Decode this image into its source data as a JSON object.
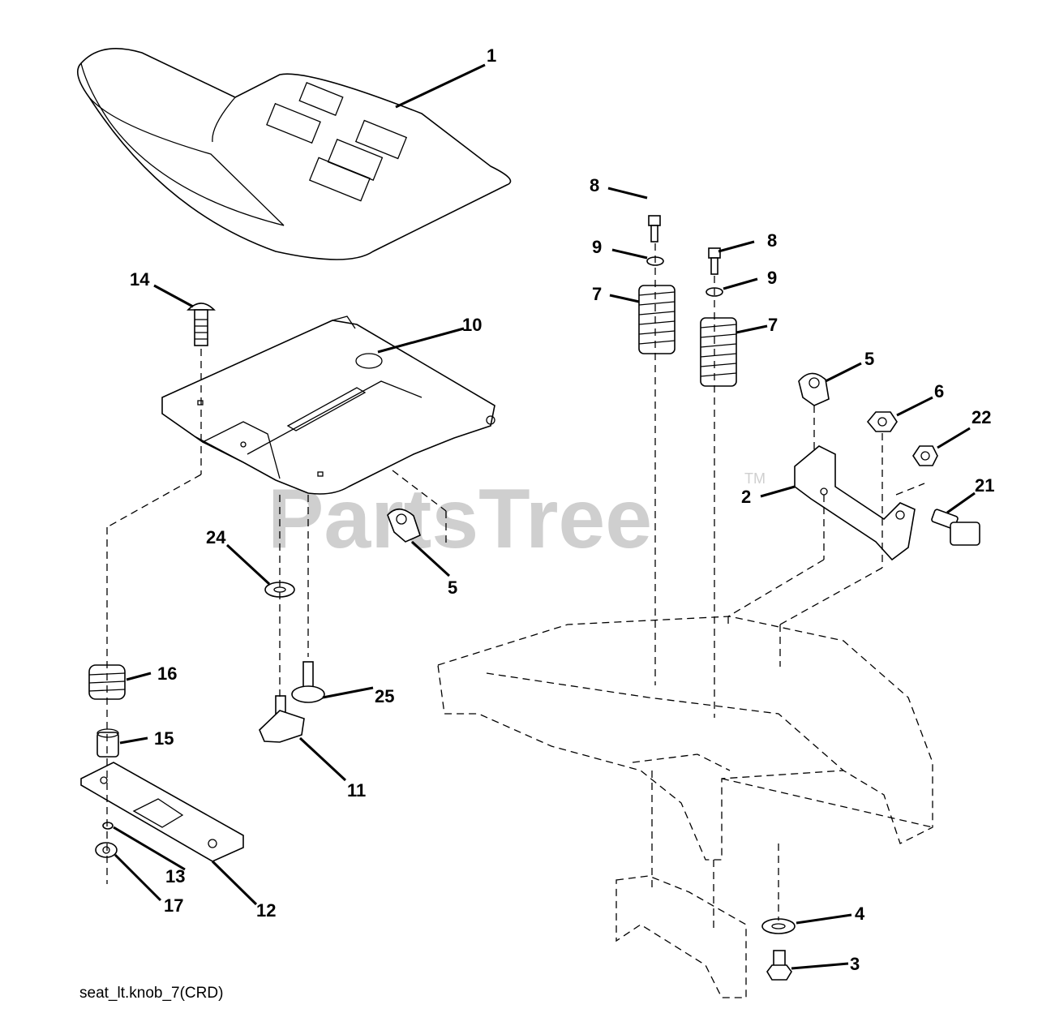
{
  "caption": "seat_lt.knob_7(CRD)",
  "watermark": {
    "text": "PartsTree",
    "tm": "TM"
  },
  "callouts": {
    "c1": "1",
    "c2": "2",
    "c3": "3",
    "c4": "4",
    "c5a": "5",
    "c5b": "5",
    "c6": "6",
    "c7a": "7",
    "c7b": "7",
    "c8a": "8",
    "c8b": "8",
    "c9a": "9",
    "c9b": "9",
    "c10": "10",
    "c11": "11",
    "c12": "12",
    "c13": "13",
    "c14": "14",
    "c15": "15",
    "c16": "16",
    "c17": "17",
    "c21": "21",
    "c22": "22",
    "c24": "24",
    "c25": "25"
  }
}
